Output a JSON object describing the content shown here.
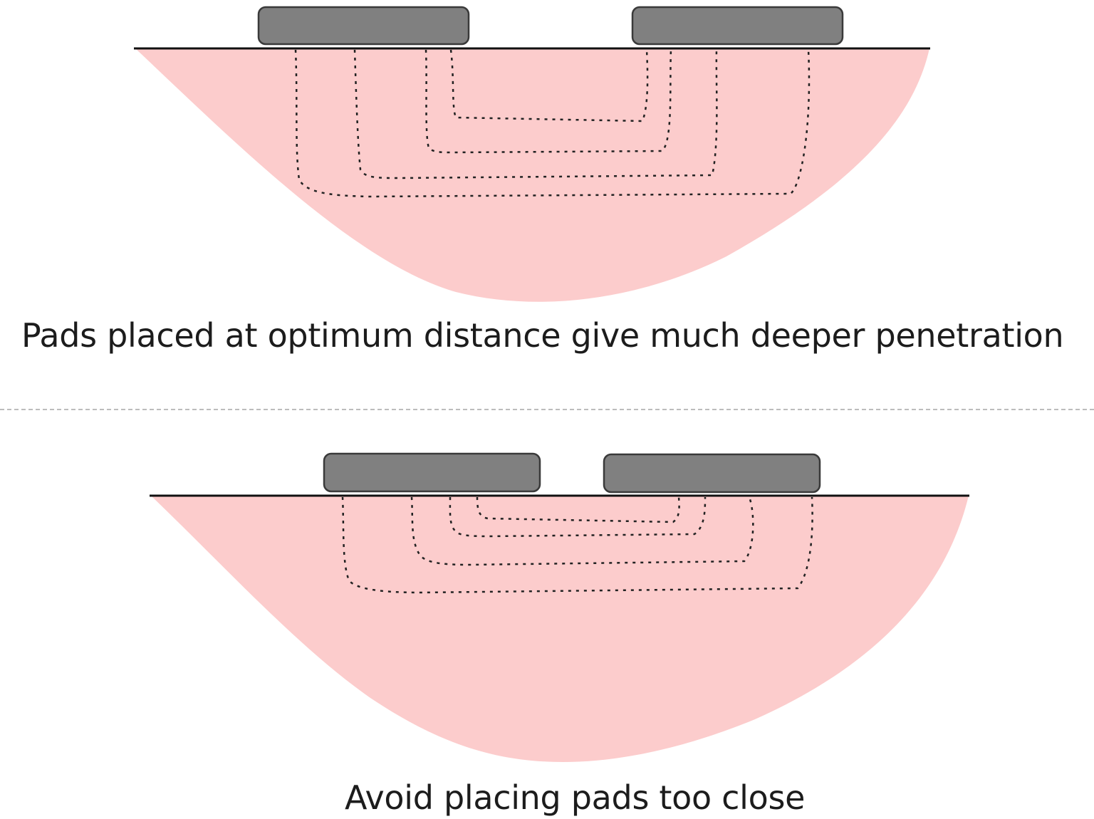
{
  "colors": {
    "tissue": "#fccccc",
    "pad_fill": "#808080",
    "pad_stroke": "#3a3a3a",
    "skin_line": "#111111",
    "current_path": "#222222",
    "separator": "#bdbdbd",
    "caption_text": "#1c1c1c"
  },
  "top_diagram": {
    "caption": "Pads placed at optimum distance give much deeper penetration",
    "pad_count": 2,
    "current_path_count": 4
  },
  "bottom_diagram": {
    "caption": "Avoid placing pads too close",
    "pad_count": 2,
    "current_path_count": 4
  }
}
